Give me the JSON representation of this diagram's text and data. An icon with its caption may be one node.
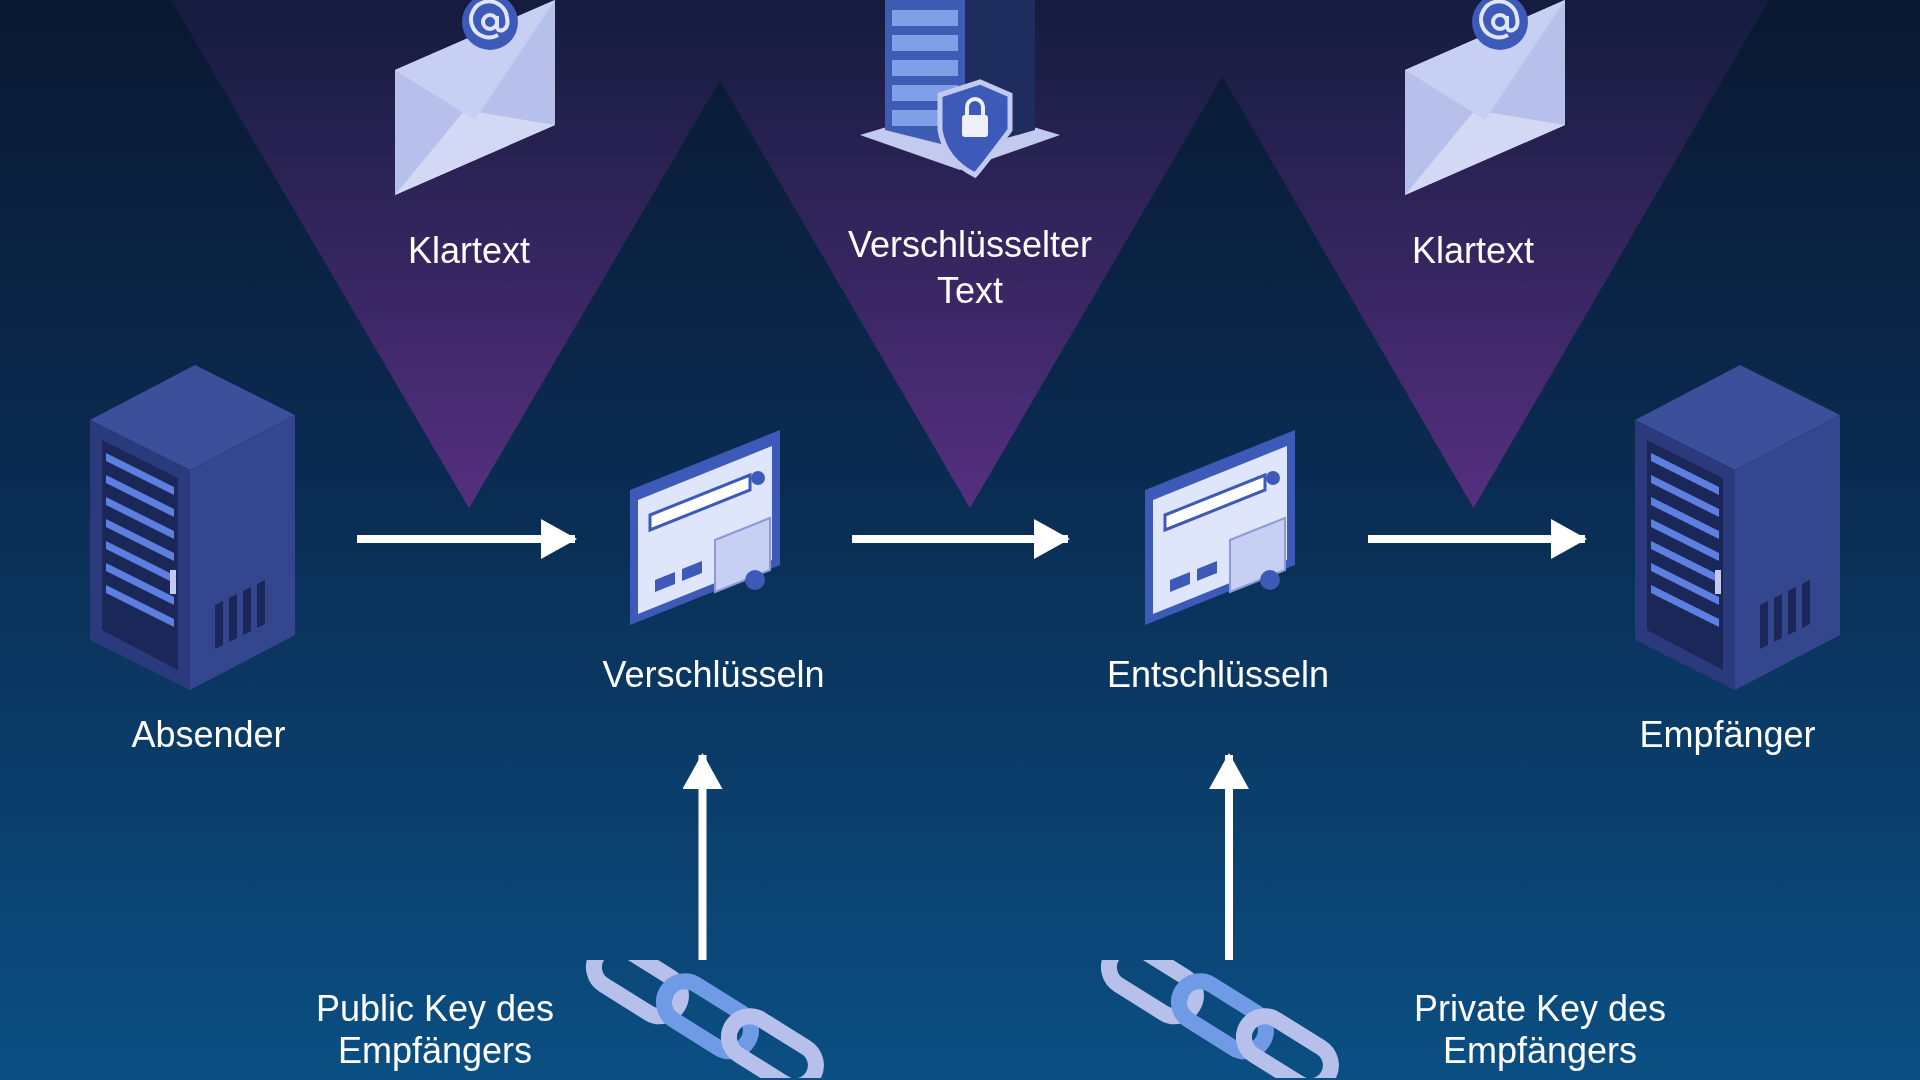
{
  "diagram": {
    "nodes": [
      {
        "text": [
          "Klartext"
        ]
      },
      {
        "text": [
          "Verschlüsselter Text"
        ]
      },
      {
        "text": [
          "Klartext"
        ]
      },
      {
        "text": [
          "Absender"
        ]
      },
      {
        "text": [
          "Verschlüsseln"
        ]
      },
      {
        "text": [
          "Entschlüsseln"
        ]
      },
      {
        "text": [
          "Empfänger"
        ]
      },
      {
        "text": [
          "Public Key des Empfängers"
        ]
      },
      {
        "text": [
          "Private Key des Empfängers"
        ]
      }
    ],
    "edges": [
      {
        "from": 3,
        "to": 4,
        "arrow": "to"
      },
      {
        "from": 4,
        "to": 5,
        "arrow": "to"
      },
      {
        "from": 5,
        "to": 6,
        "arrow": "to"
      },
      {
        "from": 7,
        "to": 4,
        "arrow": "to"
      },
      {
        "from": 8,
        "to": 5,
        "arrow": "to"
      }
    ]
  }
}
